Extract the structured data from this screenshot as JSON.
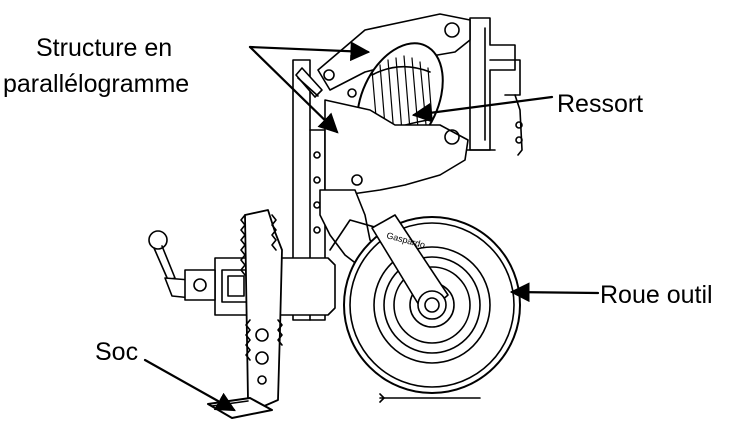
{
  "labels": {
    "structure_line1": "Structure en",
    "structure_line2": "parallélogramme",
    "ressort": "Ressort",
    "roue_outil": "Roue outil",
    "soc": "Soc"
  },
  "wheel_brand_text": "Gaspardo"
}
